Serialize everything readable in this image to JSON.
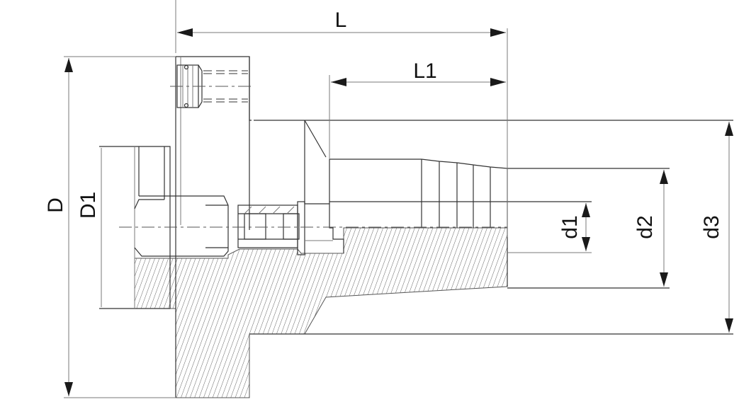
{
  "drawing": {
    "type": "technical section drawing",
    "dimensions": {
      "L": "L",
      "L1": "L1",
      "D": "D",
      "D1": "D1",
      "d1": "d1",
      "d2": "d2",
      "d3": "d3"
    },
    "colors": {
      "line": "#333333",
      "dimension_line": "#7a7a7a",
      "label": "#111111",
      "background": "#ffffff"
    }
  }
}
